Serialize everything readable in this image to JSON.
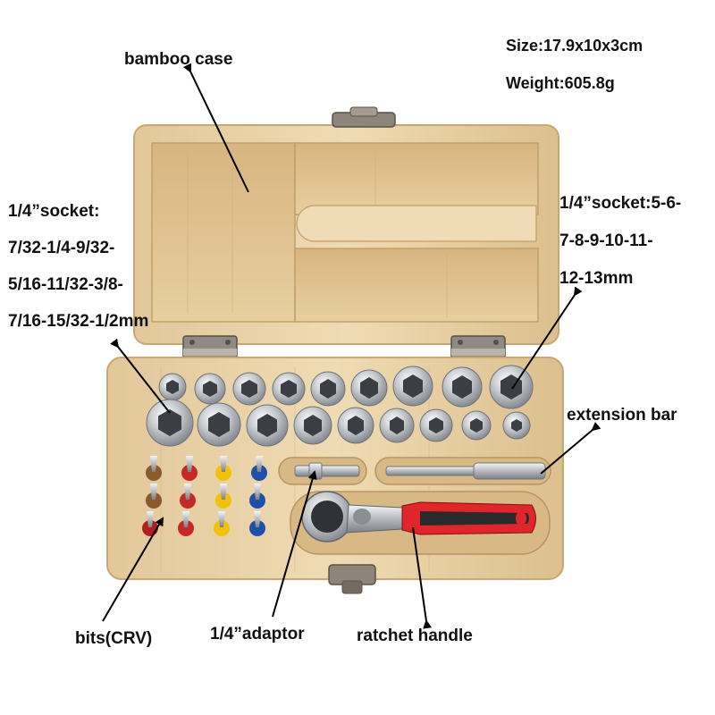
{
  "annotations": {
    "bamboo_case": "bamboo case",
    "size": "Size:17.9x10x3cm",
    "weight": "Weight:605.8g",
    "socket_inch": [
      "1/4”socket:",
      "7/32-1/4-9/32-",
      "5/16-11/32-3/8-",
      "7/16-15/32-1/2mm"
    ],
    "socket_metric": [
      "1/4”socket:5-6-",
      "7-8-9-10-11-",
      "12-13mm"
    ],
    "extension_bar": "extension bar",
    "bits": "bits(CRV)",
    "adaptor": "1/4”adaptor",
    "ratchet": "ratchet handle"
  },
  "colors": {
    "bamboo": "#e9d3a6",
    "bamboo_dark": "#c9a772",
    "chrome": "#d7d9dc",
    "handle_red": "#e0262b",
    "handle_black": "#2a2a2a",
    "bit_red": "#c62828",
    "bit_yellow": "#f2c20a",
    "bit_blue": "#1f4fa8",
    "arrow": "#000000"
  }
}
